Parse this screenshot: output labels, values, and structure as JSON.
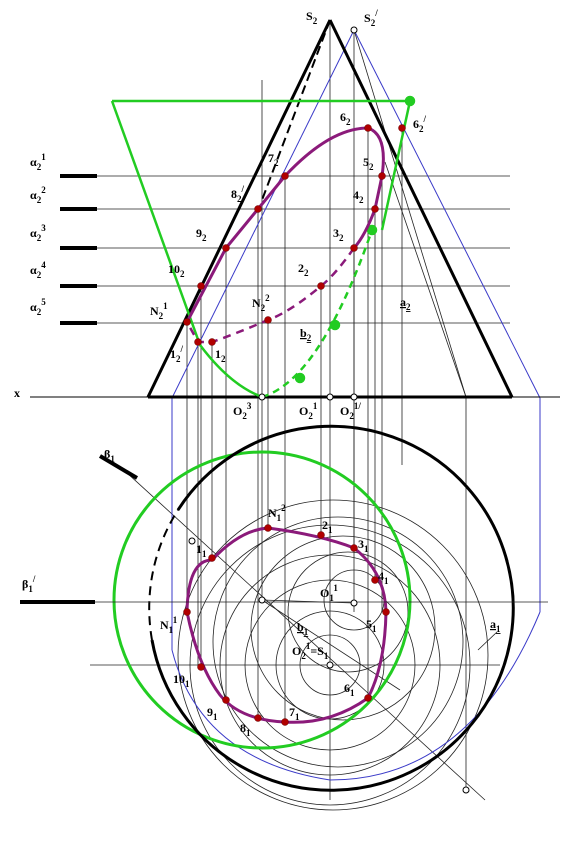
{
  "labels": {
    "s2": "S",
    "s2_sub": "2",
    "s2p": "S",
    "s2p_sub": "2",
    "s2p_sup": "/",
    "x_axis": "x",
    "a2": "a",
    "a2_sub": "2",
    "a1": "a",
    "a1_sub": "1",
    "b2": "b",
    "b2_sub": "2",
    "b1": "b",
    "b1_sub": "1",
    "beta1": "β",
    "beta1_sub": "1",
    "beta1p": "β",
    "beta1p_sub": "1",
    "beta1p_sup": "/",
    "o2_3": "O",
    "o2_3_sub": "2",
    "o2_3_sup": "3",
    "o2_1": "O",
    "o2_1_sub": "2",
    "o2_1_sup": "1",
    "o2_1p": "O",
    "o2_1p_sub": "2",
    "o2_1p_sup": "1/",
    "o2_1_s1": "O",
    "o2_1_s1_sub": "2",
    "o2_1_s1_sup": "1",
    "o2_1_s1_rest": "=S",
    "o2_1_s1_rest_sub": "1",
    "o1_1": "O",
    "o1_1_sub": "1",
    "o1_1_sup": "1",
    "n2_1": "N",
    "n2_1_sub": "2",
    "n2_1_sup": "1",
    "n2_2": "N",
    "n2_2_sub": "2",
    "n2_2_sup": "2",
    "n1_1": "N",
    "n1_1_sub": "1",
    "n1_1_sup": "1",
    "n1_2": "N",
    "n1_2_sub": "1",
    "n1_2_sup": "2"
  },
  "planes": [
    {
      "label": "α",
      "sub": "2",
      "sup": "1"
    },
    {
      "label": "α",
      "sub": "2",
      "sup": "2"
    },
    {
      "label": "α",
      "sub": "2",
      "sup": "3"
    },
    {
      "label": "α",
      "sub": "2",
      "sup": "4"
    },
    {
      "label": "α",
      "sub": "2",
      "sup": "5"
    }
  ],
  "points_front": [
    {
      "num": "1",
      "sub": "2"
    },
    {
      "num": "1",
      "sub": "2",
      "sup": "/"
    },
    {
      "num": "2",
      "sub": "2"
    },
    {
      "num": "3",
      "sub": "2"
    },
    {
      "num": "4",
      "sub": "2"
    },
    {
      "num": "5",
      "sub": "2"
    },
    {
      "num": "6",
      "sub": "2"
    },
    {
      "num": "6",
      "sub": "2",
      "sup": "/"
    },
    {
      "num": "7",
      "sub": "2"
    },
    {
      "num": "8",
      "sub": "2",
      "sup": "/"
    },
    {
      "num": "9",
      "sub": "2"
    },
    {
      "num": "10",
      "sub": "2"
    }
  ],
  "points_top": [
    {
      "num": "1",
      "sub": "1"
    },
    {
      "num": "2",
      "sub": "1"
    },
    {
      "num": "3",
      "sub": "1"
    },
    {
      "num": "4",
      "sub": "1"
    },
    {
      "num": "5",
      "sub": "1"
    },
    {
      "num": "6",
      "sub": "1"
    },
    {
      "num": "7",
      "sub": "1"
    },
    {
      "num": "8",
      "sub": "1"
    },
    {
      "num": "9",
      "sub": "1"
    },
    {
      "num": "10",
      "sub": "1"
    }
  ],
  "colors": {
    "outline": "#000000",
    "thin": "#222222",
    "blue": "#3a3ac8",
    "green": "#22cc22",
    "purple": "#8b1a7a",
    "point": "#b00000"
  }
}
